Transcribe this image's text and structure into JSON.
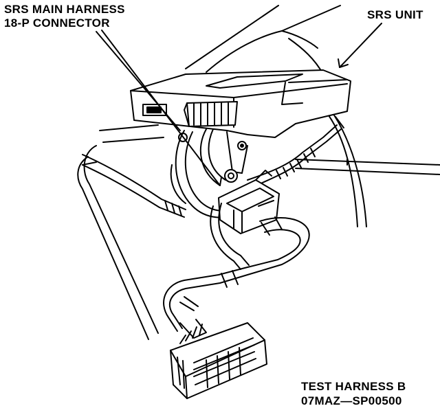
{
  "labels": {
    "main_harness_line1": "SRS MAIN HARNESS",
    "main_harness_line2": "18-P CONNECTOR",
    "srs_unit": "SRS UNIT",
    "test_harness_line1": "TEST HARNESS B",
    "test_harness_line2": "07MAZ—SP00500"
  },
  "colors": {
    "ink": "#000000",
    "paper": "#ffffff"
  }
}
